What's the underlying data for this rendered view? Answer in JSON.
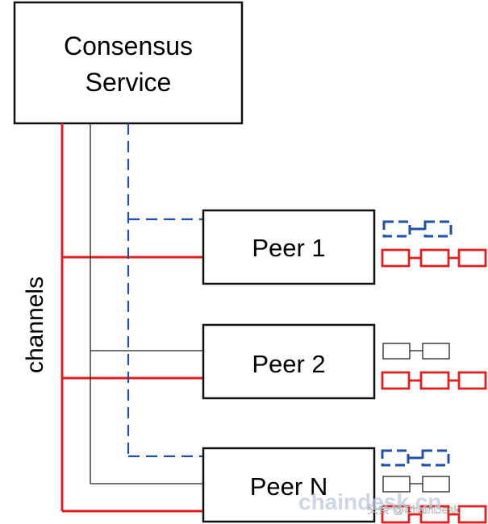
{
  "consensus": {
    "line1": "Consensus",
    "line2": "Service"
  },
  "peers": [
    {
      "label": "Peer 1"
    },
    {
      "label": "Peer 2"
    },
    {
      "label": "Peer N"
    }
  ],
  "side_label": "channels",
  "watermark": {
    "brand": "chaindesk.cn",
    "source": "头条 @ChainDesk"
  },
  "colors": {
    "red_channel": "#e31e1e",
    "blue_channel": "#1f4fa8",
    "black_channel": "#222222",
    "box_border": "#111111"
  }
}
